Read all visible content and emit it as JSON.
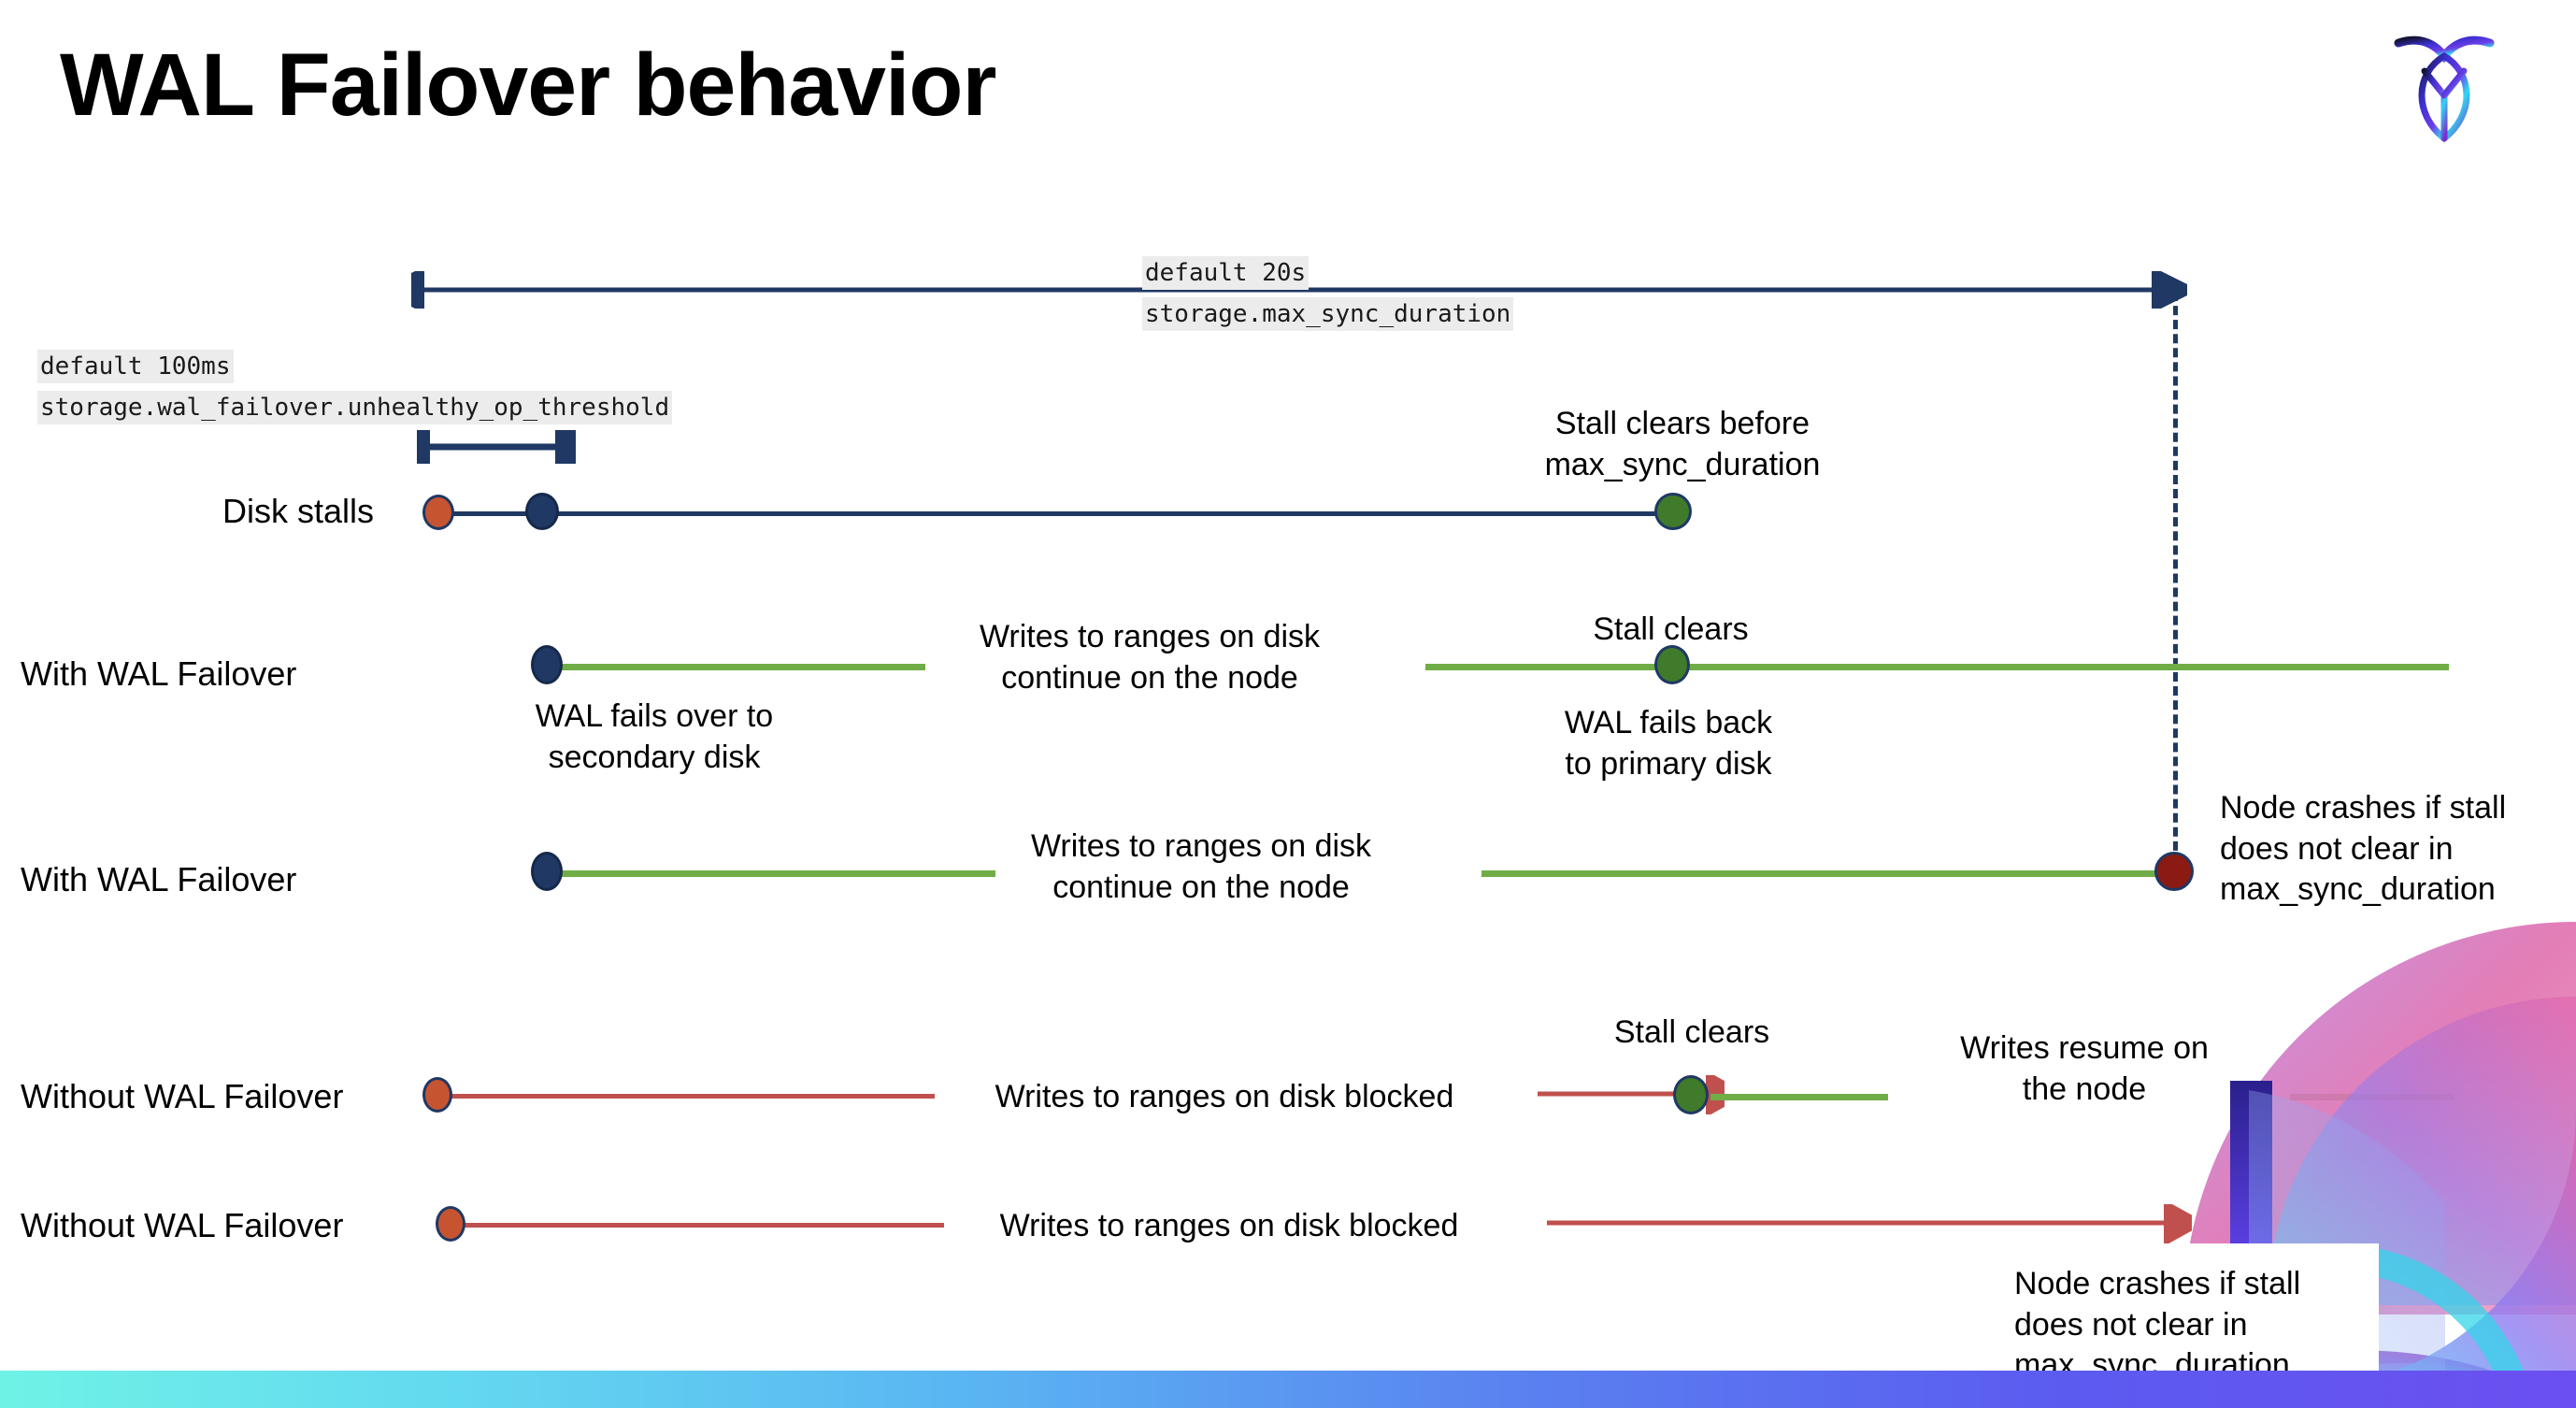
{
  "slide": {
    "title": "WAL Failover behavior",
    "logo_name": "cockroachdb-logo"
  },
  "settings": [
    {
      "id": "max-sync-duration",
      "default_label": "default 20s",
      "setting_label": "storage.max_sync_duration"
    },
    {
      "id": "unhealthy-op-threshold",
      "default_label": "default 100ms",
      "setting_label": "storage.wal_failover.unhealthy_op_threshold"
    }
  ],
  "rows": [
    {
      "id": "disk-stalls",
      "label": "Disk stalls",
      "annotations": [
        "Stall clears before\nmax_sync_duration"
      ]
    },
    {
      "id": "with-wal-failover-1",
      "label": "With WAL Failover",
      "annotations": [
        "Writes to ranges on disk\ncontinue on the node",
        "Stall clears",
        "WAL fails over to\nsecondary disk",
        "WAL fails  back\nto primary disk"
      ]
    },
    {
      "id": "with-wal-failover-2",
      "label": "With WAL Failover",
      "annotations": [
        "Writes to ranges on disk\ncontinue on the node",
        "Node crashes if stall\ndoes not clear in\nmax_sync_duration"
      ]
    },
    {
      "id": "without-wal-failover-1",
      "label": "Without WAL Failover",
      "annotations": [
        "Writes to ranges on disk  blocked",
        "Stall clears",
        "Writes resume on\nthe node"
      ]
    },
    {
      "id": "without-wal-failover-2",
      "label": "Without WAL Failover",
      "annotations": [
        "Writes to ranges on disk  blocked",
        "Node crashes if stall\ndoes not clear in\nmax_sync_duration"
      ]
    }
  ],
  "colors": {
    "navy": "#1f3864",
    "green_line": "#70ad47",
    "green_dot": "#407a2b",
    "orange_line": "#c0504d",
    "orange_dot": "#c65431",
    "red_dot": "#8b1a12",
    "chip_bg": "#ececec"
  }
}
